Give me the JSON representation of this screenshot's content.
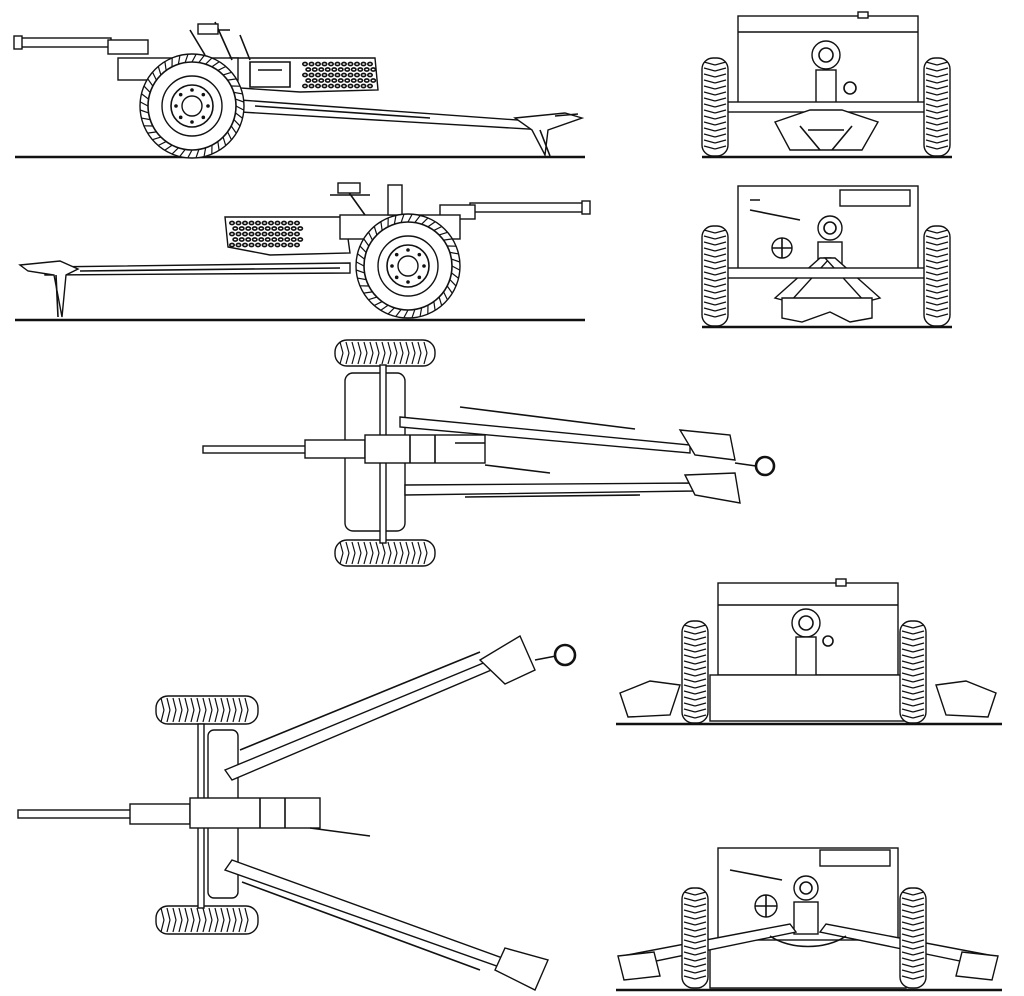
{
  "sheet": {
    "description_text": "",
    "views": [
      {
        "id": "side-left-towing"
      },
      {
        "id": "front-travel"
      },
      {
        "id": "side-right-towing"
      },
      {
        "id": "rear-travel"
      },
      {
        "id": "top-travel"
      },
      {
        "id": "front-firing"
      },
      {
        "id": "top-firing"
      },
      {
        "id": "rear-firing"
      }
    ]
  },
  "colors": {
    "ink": "#111111",
    "paper": "#ffffff"
  }
}
